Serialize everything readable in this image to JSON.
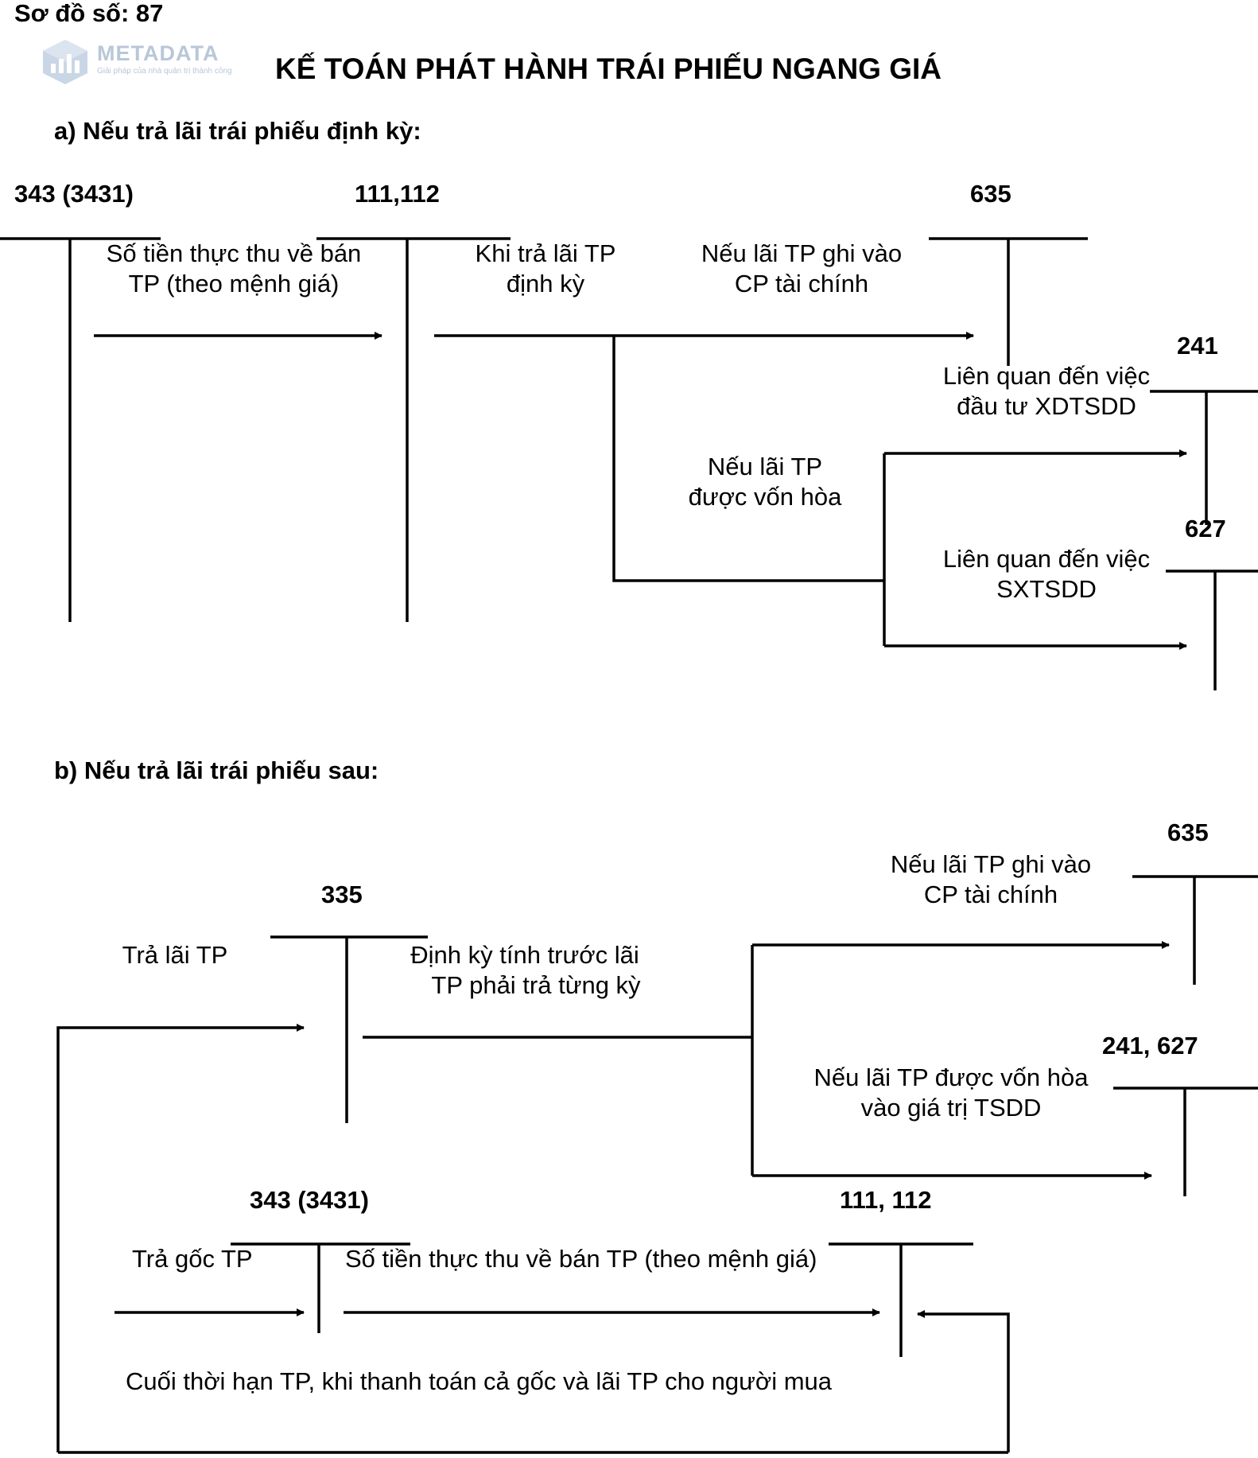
{
  "header": {
    "diagram_no": "Sơ đồ số: 87",
    "logo_text": "METADATA",
    "logo_tagline": "Giải pháp của nhà quản trị thành công",
    "title": "KẾ TOÁN PHÁT HÀNH TRÁI PHIẾU NGANG GIÁ"
  },
  "section_a": {
    "heading": "a)  Nếu trả lãi trái phiếu định kỳ:",
    "accounts": {
      "acc_343": "343 (3431)",
      "acc_111": "111,112",
      "acc_635": "635",
      "acc_241": "241",
      "acc_627": "627"
    },
    "labels": {
      "receipt_l1": "Số tiền thực thu về bán",
      "receipt_l2": "TP (theo mệnh giá)",
      "pay_l1": "Khi trả lãi TP",
      "pay_l2": "định kỳ",
      "fin_l1": "Nếu lãi TP ghi vào",
      "fin_l2": "CP tài chính",
      "invest_l1": "Liên quan đến việc",
      "invest_l2": "đầu tư XDTSDD",
      "cap_l1": "Nếu lãi TP",
      "cap_l2": "được vốn hòa",
      "prod_l1": "Liên quan đến việc",
      "prod_l2": "SXTSDD"
    }
  },
  "section_b": {
    "heading": "b)  Nếu trả lãi trái phiếu sau:",
    "accounts": {
      "acc_635": "635",
      "acc_335": "335",
      "acc_241_627": "241, 627",
      "acc_343": "343 (3431)",
      "acc_111": "111, 112"
    },
    "labels": {
      "fin_l1": "Nếu lãi TP ghi vào",
      "fin_l2": "CP tài chính",
      "pay_interest": "Trả lãi TP",
      "accrue_l1": "Định kỳ tính trước lãi",
      "accrue_l2": "TP phải trả từng kỳ",
      "cap_l1": "Nếu lãi TP được vốn hòa",
      "cap_l2": "vào giá trị TSDD",
      "pay_principal": "Trả gốc TP",
      "receipt": "Số tiền thực thu về bán TP (theo mệnh giá)",
      "maturity": "Cuối thời hạn TP, khi thanh toán cả gốc và lãi TP cho người mua"
    }
  }
}
